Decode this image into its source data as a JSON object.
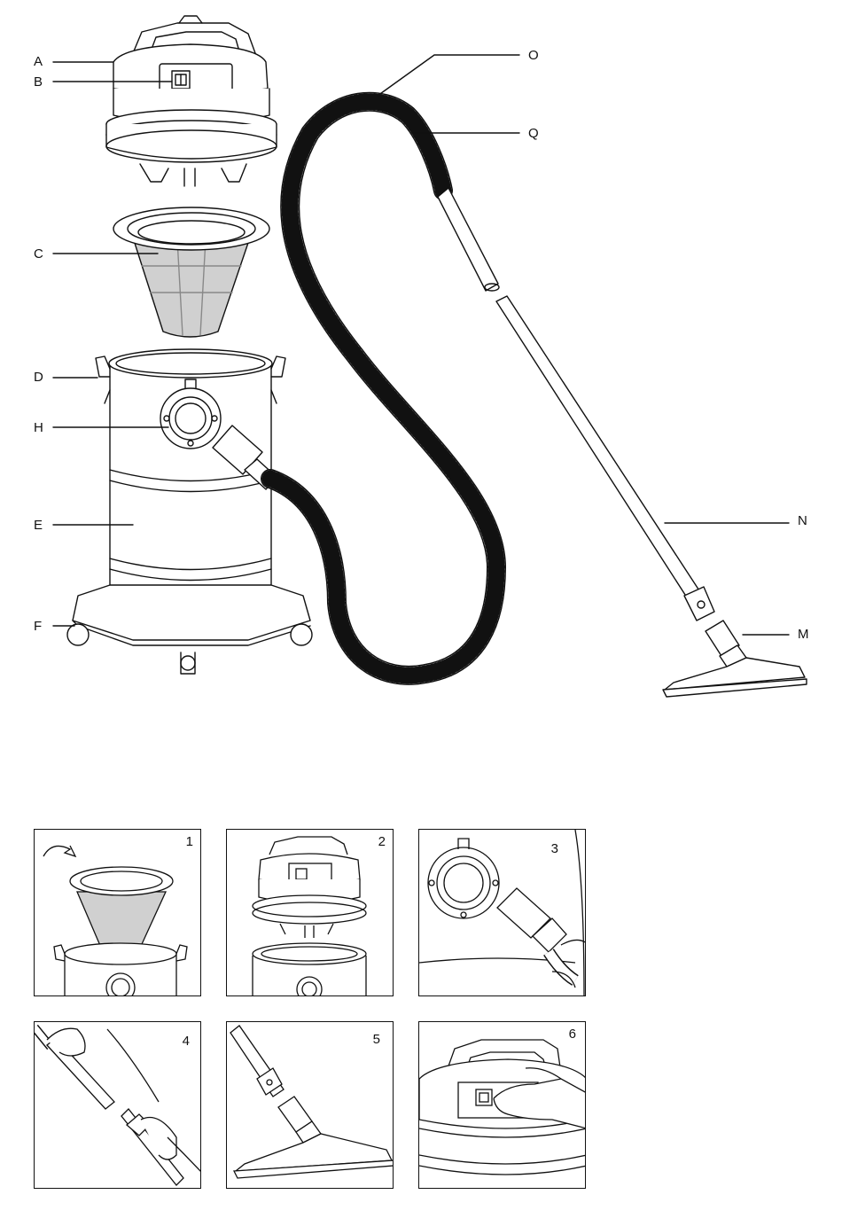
{
  "part_labels": {
    "A": "A",
    "B": "B",
    "C": "C",
    "D": "D",
    "H": "H",
    "E": "E",
    "F": "F",
    "O": "O",
    "Q": "Q",
    "N": "N",
    "M": "M"
  },
  "panels": [
    {
      "number": "1",
      "icon": "filter-insert-icon"
    },
    {
      "number": "2",
      "icon": "motor-head-fit-icon"
    },
    {
      "number": "3",
      "icon": "hose-connect-icon"
    },
    {
      "number": "4",
      "icon": "tube-assemble-icon"
    },
    {
      "number": "5",
      "icon": "floor-nozzle-icon"
    },
    {
      "number": "6",
      "icon": "power-switch-icon"
    }
  ],
  "colors": {
    "line": "#111111",
    "filter_fill": "#d0d0d0",
    "background": "#ffffff"
  }
}
